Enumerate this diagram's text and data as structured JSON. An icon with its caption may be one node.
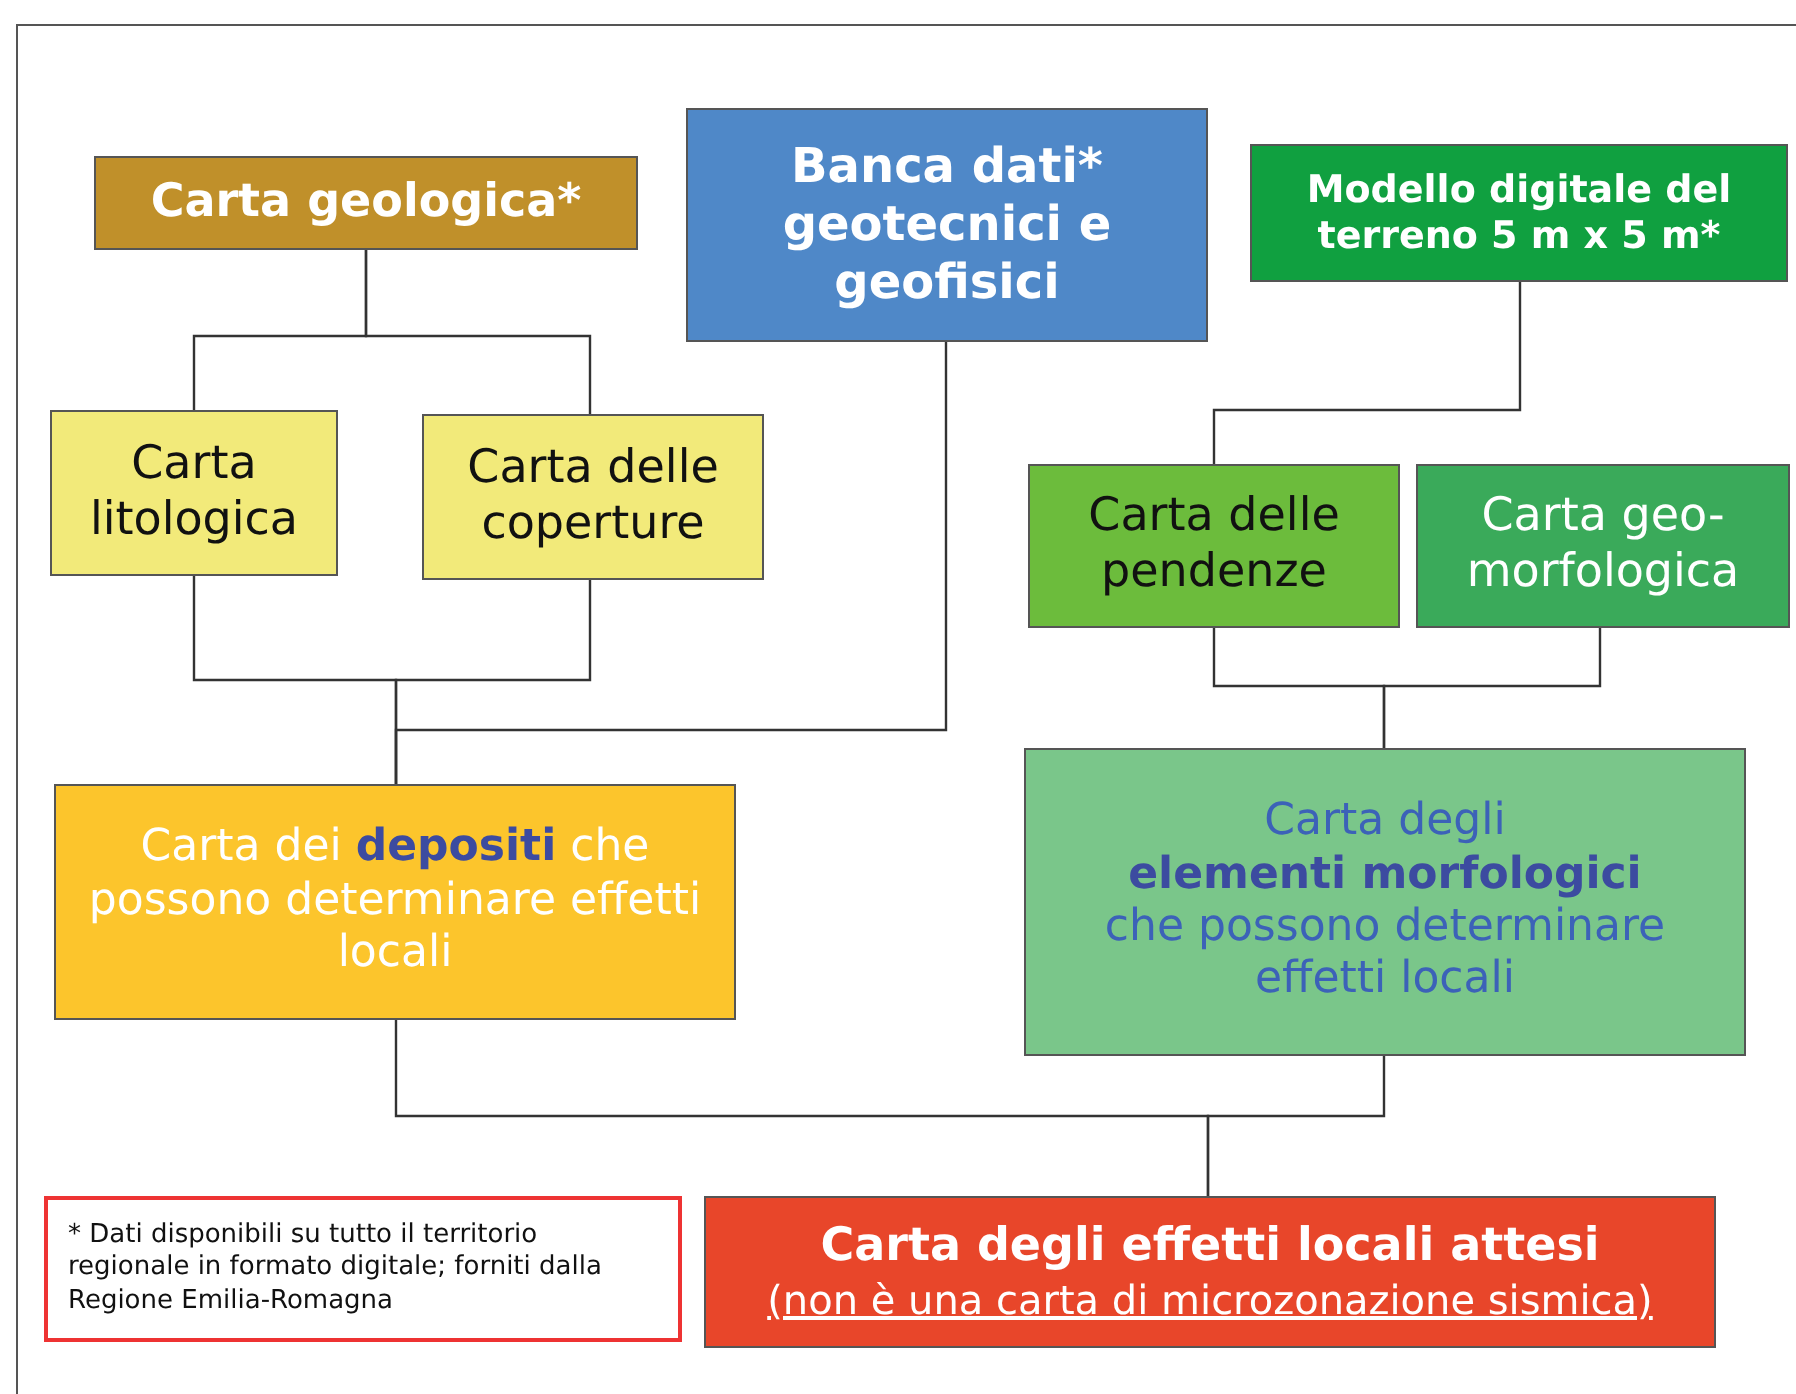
{
  "diagram": {
    "nodes": [
      {
        "text": [
          "Carta geologica*"
        ]
      },
      {
        "text": [
          "Banca dati* geotecnici e geofisici"
        ]
      },
      {
        "text": [
          "Modello digitale del terreno 5 m x 5 m*"
        ]
      },
      {
        "text": [
          "Carta litologica"
        ]
      },
      {
        "text": [
          "Carta delle coperture"
        ]
      },
      {
        "text": [
          "Carta delle pendenze"
        ]
      },
      {
        "text": [
          "Carta geo-morfologica"
        ]
      },
      {
        "text": [
          "Carta dei **depositi** che possono determinare effetti locali"
        ]
      },
      {
        "text": [
          "Carta degli **elementi morfologici** che possono determinare effetti locali"
        ]
      },
      {
        "text": [
          "Carta degli effetti locali attesi",
          "(non è una carta di microzonazione sismica)"
        ]
      },
      {
        "text": [
          "* Dati disponibili su tutto il territorio regionale in formato digitale; forniti dalla Regione Emilia-Romagna"
        ]
      }
    ],
    "edges": [
      {
        "from": 0,
        "to": 3,
        "arrow": "none"
      },
      {
        "from": 0,
        "to": 4,
        "arrow": "none"
      },
      {
        "from": 3,
        "to": 7,
        "arrow": "none"
      },
      {
        "from": 4,
        "to": 7,
        "arrow": "none"
      },
      {
        "from": 1,
        "to": 7,
        "arrow": "none"
      },
      {
        "from": 2,
        "to": 5,
        "arrow": "none"
      },
      {
        "from": 5,
        "to": 8,
        "arrow": "none"
      },
      {
        "from": 6,
        "to": 8,
        "arrow": "none"
      },
      {
        "from": 7,
        "to": 9,
        "arrow": "none"
      },
      {
        "from": 8,
        "to": 9,
        "arrow": "none"
      }
    ]
  }
}
